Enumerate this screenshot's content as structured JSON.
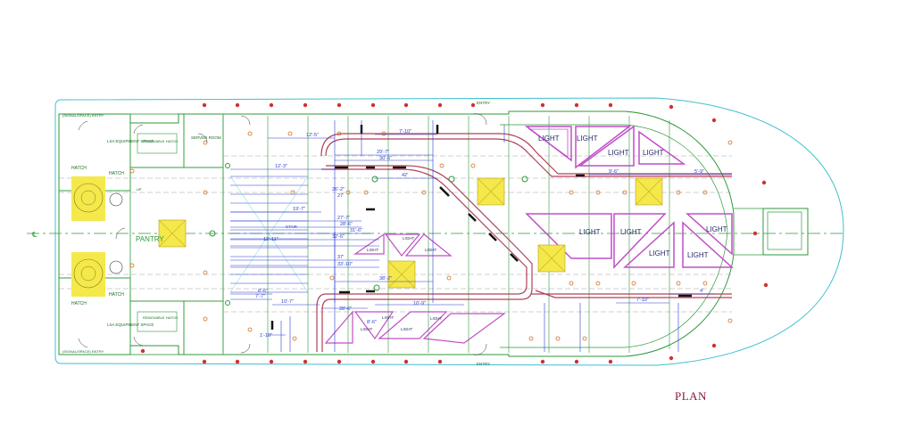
{
  "title": "PLAN",
  "lights": {
    "upper_right": [
      "LIGHT",
      "LIGHT",
      "LIGHT",
      "LIGHT"
    ],
    "mid_right": [
      "LIGHT",
      "LIGHT",
      "LIGHT",
      "LIGHT",
      "LIGHT"
    ],
    "center": [
      "LIGHT",
      "LIGHT",
      "LIGHT"
    ],
    "lower": [
      "LIGHT",
      "LIGHT",
      "LIGHT",
      "LIGHT"
    ]
  },
  "rooms": {
    "pantry": "PANTRY",
    "lsa_upper": "LSA EQUIPMENT SPACE",
    "lsa_lower": "LSA EQUIPMENT SPACE",
    "hatch_1": "HATCH",
    "hatch_2": "HATCH",
    "hatch_3": "HATCH",
    "hatch_4": "HATCH",
    "server_room": "SERVER ROOM",
    "entry_top": "ENTRY",
    "entry_bottom": "ENTRY",
    "space_entry_top": "(SIGNAL/SPACE) ENTRY",
    "space_entry_bottom": "(SIGNAL/SPACE) ENTRY",
    "stair": "STAIR",
    "up": "UP",
    "removable_hatch_top": "REMOVABLE HATCH",
    "removable_hatch_bottom": "REMOVABLE HATCH"
  },
  "dimensions": {
    "d1": "12'-5\"",
    "d2": "29'-7\"",
    "d3": "30'-6\"",
    "d4": "7'-10\"",
    "d5": "12'-3\"",
    "d6": "42'",
    "d7": "26'-2\"",
    "d8": "27'",
    "d9": "19'-7\"",
    "d10": "27'-7\"",
    "d11": "28'-6\"",
    "d12": "31'-6\"",
    "d13": "32'-6\"",
    "d14": "12'-11\"",
    "d15": "37'",
    "d16": "33'-10\"",
    "d17": "38'-2\"",
    "d18": "9'-6\"",
    "d19": "5'-9\"",
    "d20": "8'-6\"",
    "d21": "7'-7\"",
    "d22": "10'-7\"",
    "d23": "28'-6\"",
    "d24": "10'-9\"",
    "d25": "7'-10\"",
    "d26": "4'",
    "d27": "1'-10\"",
    "d28": "8'-6\""
  },
  "colors": {
    "hull": "#3fbfd0",
    "walls": "#2e9a3a",
    "light_fixture": "#c04fc8",
    "rail": "#b0405a",
    "dimension": "#2a3fd0",
    "yellow": "#f5e84a",
    "centerline": "#2e9a3a",
    "dots": "#d03030"
  }
}
